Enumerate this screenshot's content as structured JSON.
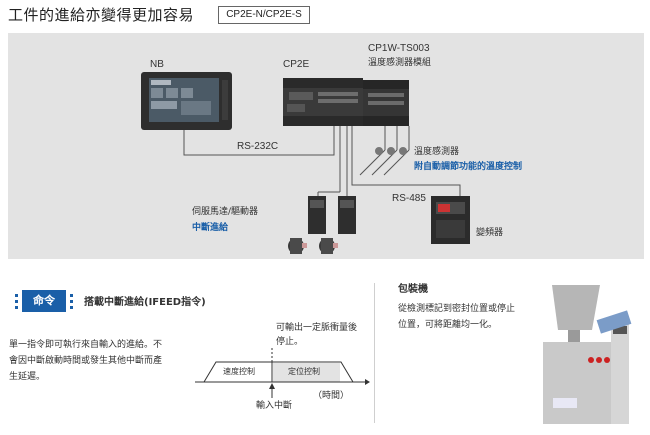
{
  "header": {
    "title": "工件的進給亦變得更加容易",
    "badge": "CP2E-N/CP2E-S"
  },
  "diagram": {
    "nb_label": "NB",
    "cp2e_label": "CP2E",
    "module_label_1": "CP1W-TS003",
    "module_label_2": "溫度感測器模組",
    "rs232c_label": "RS-232C",
    "temp_sensor_label": "溫度感測器",
    "temp_control_label": "附自動調節功能的溫度控制",
    "servo_label": "伺服馬達/驅動器",
    "interrupt_feed_label": "中斷進給",
    "rs485_label": "RS-485",
    "inverter_label": "變頻器"
  },
  "instruction": {
    "badge": "命令",
    "title": "搭載中斷進給(IFEED指令)",
    "desc_line1": "單一指令即可執行來自輸入的進給。不",
    "desc_line2": "會因中斷啟動時間或發生其他中斷而產",
    "desc_line3": "生延遲。",
    "note_line1": "可輸出一定脈衝量後",
    "note_line2": "停止。",
    "speed_control": "速度控制",
    "position_control": "定位控制",
    "input_interrupt": "輸入中斷",
    "time_label": "（時間）"
  },
  "packaging": {
    "title": "包裝機",
    "desc_line1": "從檢測標記到密封位置或停止",
    "desc_line2": "位置，可將距離均一化。"
  },
  "colors": {
    "accent_blue": "#1a5fa8",
    "panel_gray": "#e3e3e3"
  }
}
